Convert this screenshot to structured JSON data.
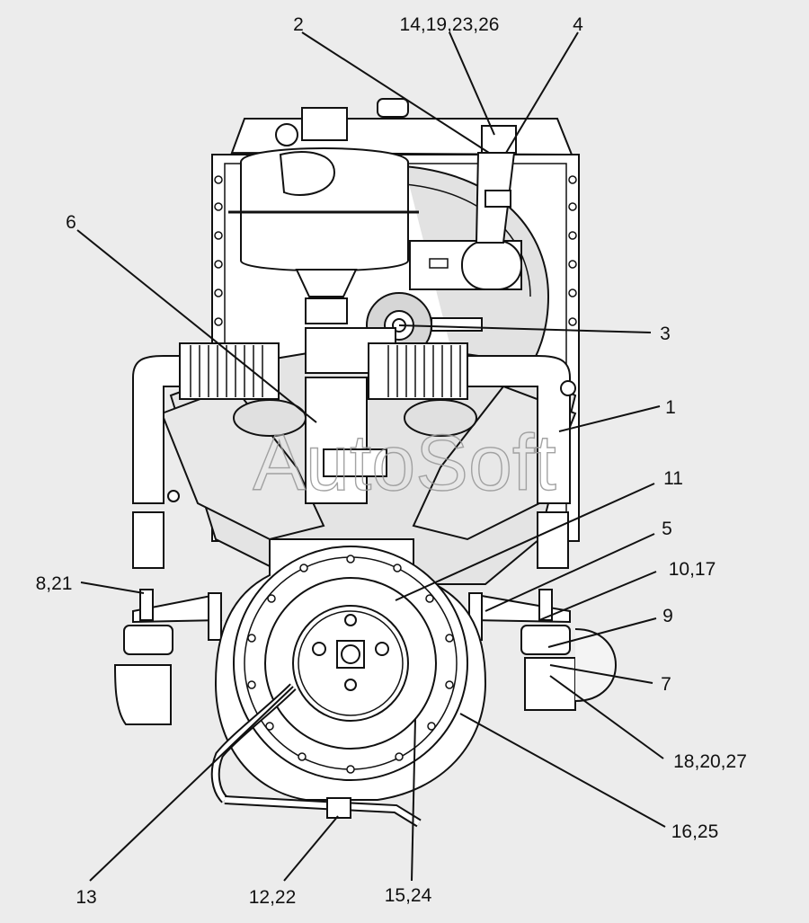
{
  "diagram": {
    "watermark": "AutoSoft",
    "colors": {
      "background": "#ececec",
      "part_fill": "#ffffff",
      "shade": "#d6d6d6",
      "line": "#111111"
    },
    "callouts": [
      {
        "id": "c2",
        "label": "2"
      },
      {
        "id": "c14",
        "label": "14,19,23,26"
      },
      {
        "id": "c4",
        "label": "4"
      },
      {
        "id": "c6",
        "label": "6"
      },
      {
        "id": "c3",
        "label": "3"
      },
      {
        "id": "c1",
        "label": "1"
      },
      {
        "id": "c11",
        "label": "11"
      },
      {
        "id": "c5",
        "label": "5"
      },
      {
        "id": "c8",
        "label": "8,21"
      },
      {
        "id": "c10",
        "label": "10,17"
      },
      {
        "id": "c9",
        "label": "9"
      },
      {
        "id": "c7",
        "label": "7"
      },
      {
        "id": "c18",
        "label": "18,20,27"
      },
      {
        "id": "c16",
        "label": "16,25"
      },
      {
        "id": "c13",
        "label": "13"
      },
      {
        "id": "c12",
        "label": "12,22"
      },
      {
        "id": "c15",
        "label": "15,24"
      }
    ]
  }
}
